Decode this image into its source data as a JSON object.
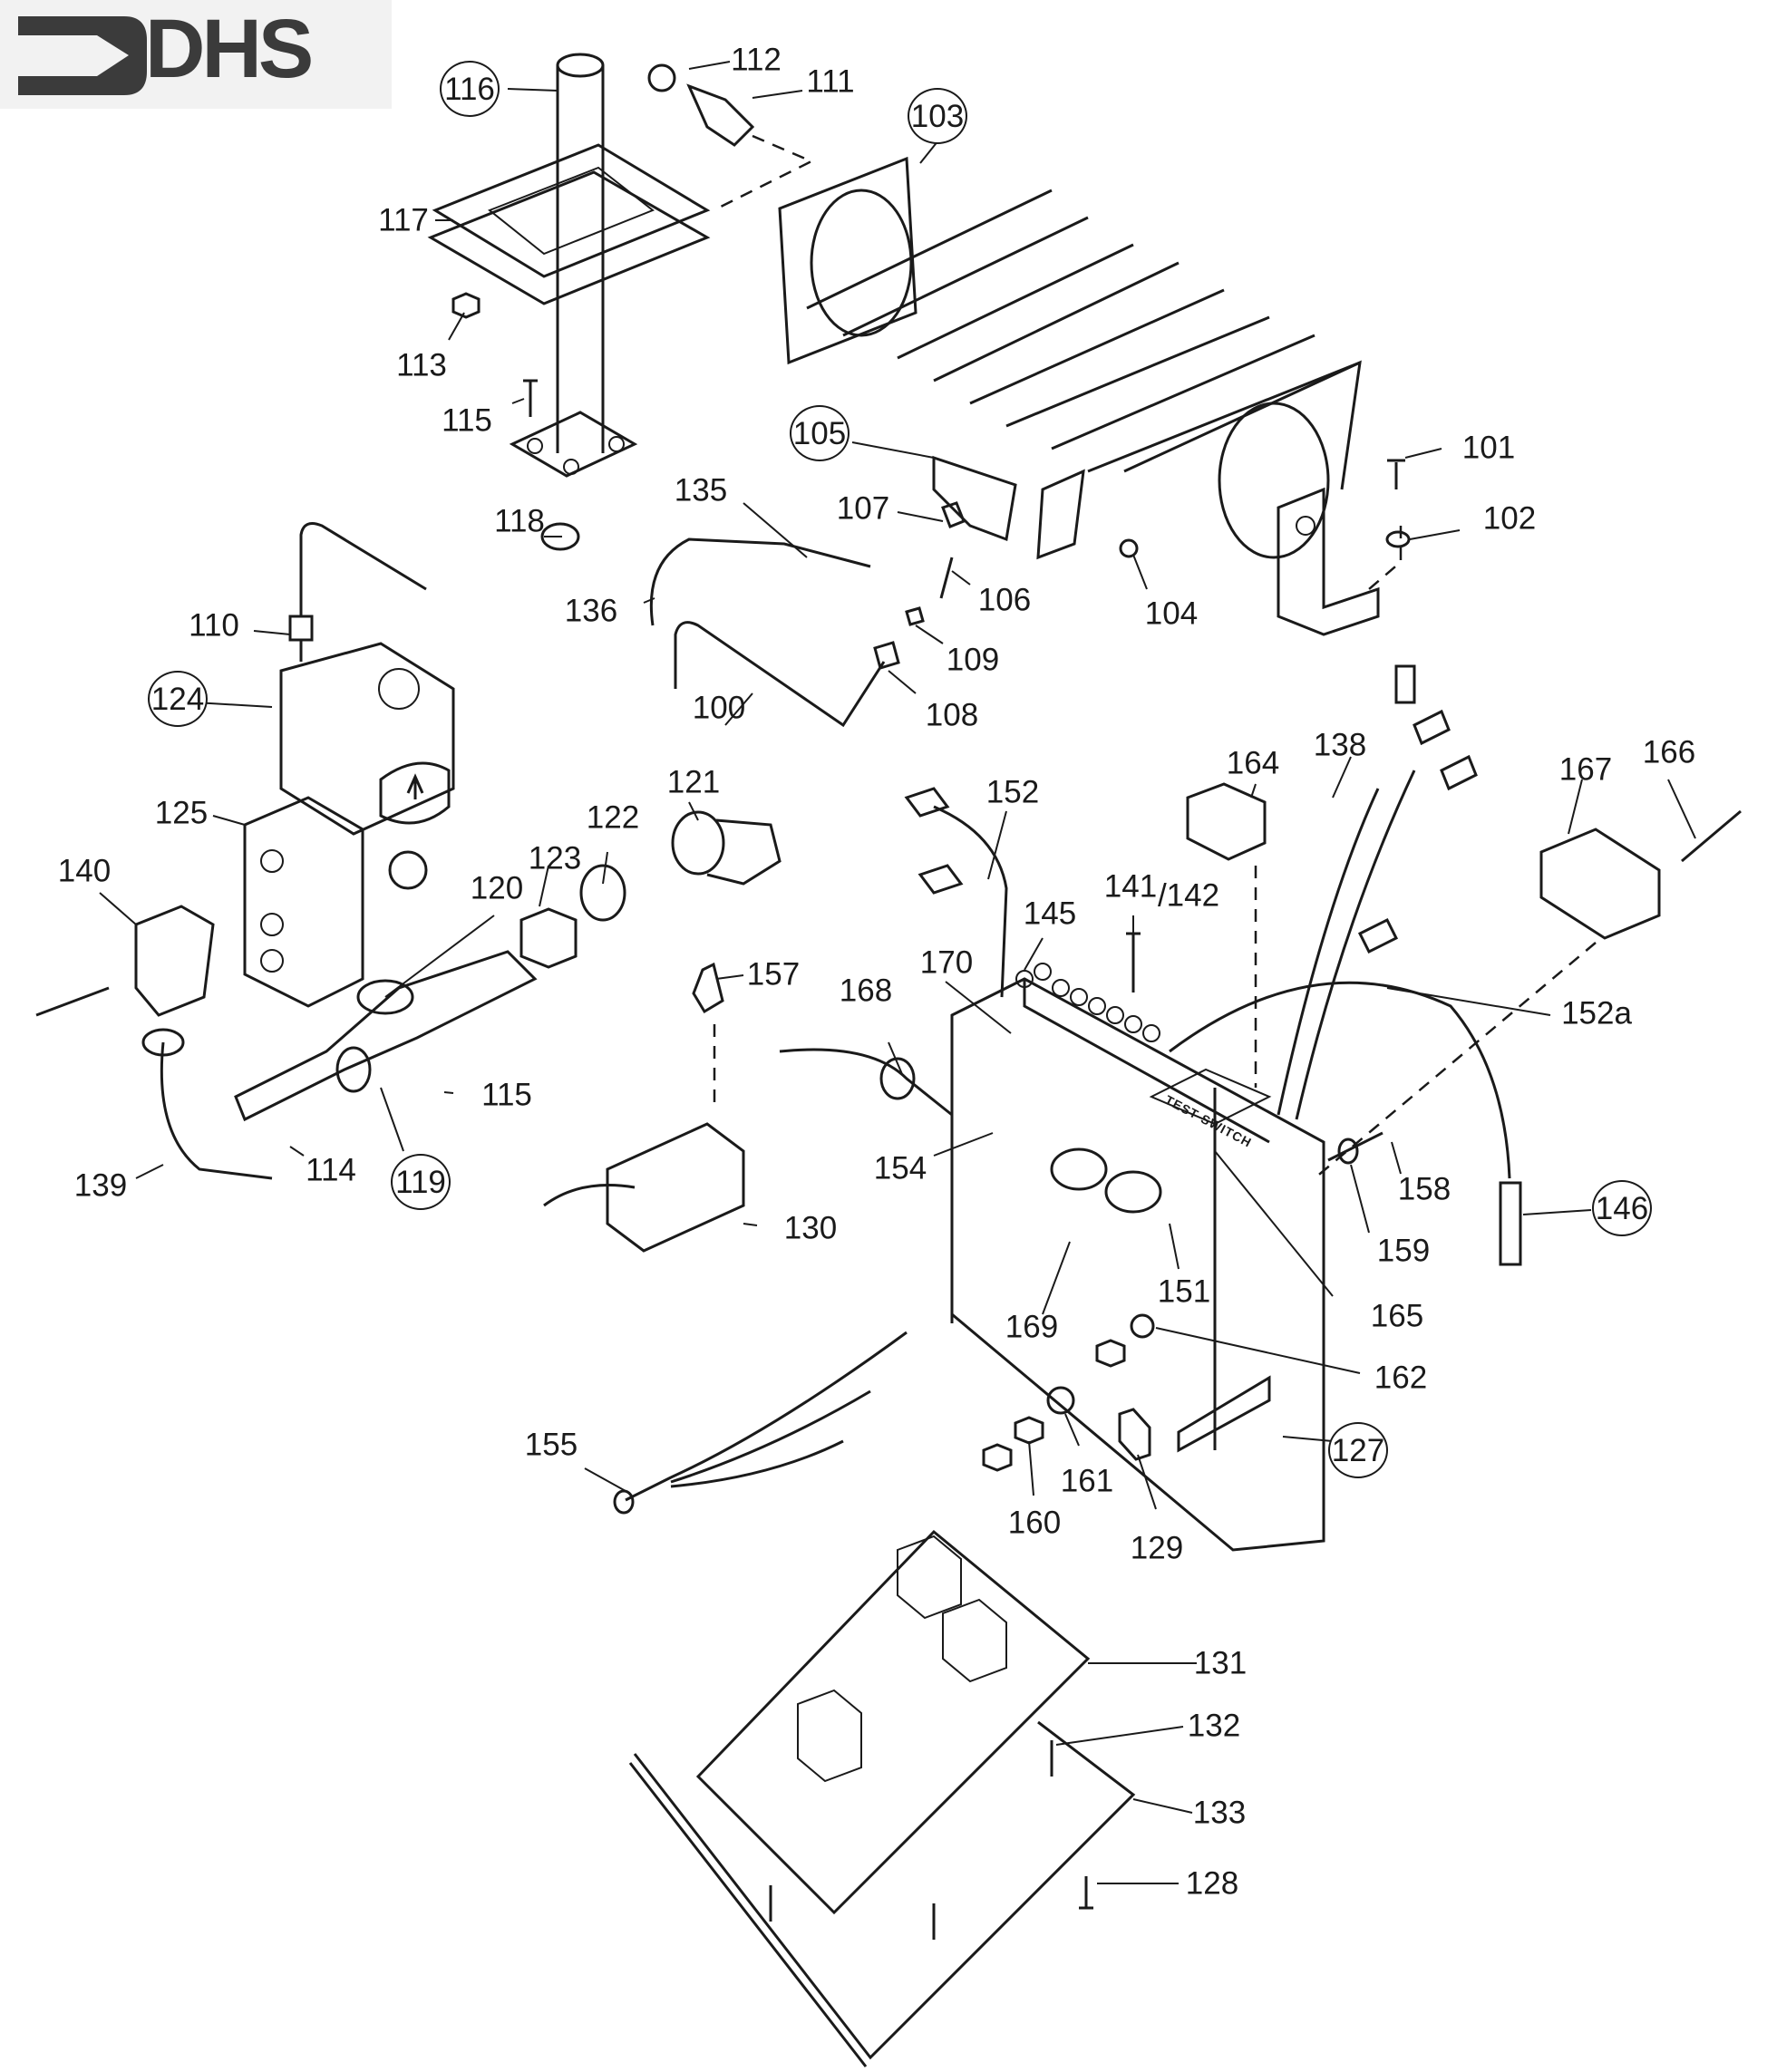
{
  "document": {
    "type": "exploded parts diagram",
    "brand": "DHS",
    "logo_icon": "arrow-bracket-logo-icon"
  },
  "labels": {
    "p100": "100",
    "p101": "101",
    "p102": "102",
    "p103": "103",
    "p104": "104",
    "p105": "105",
    "p106": "106",
    "p107": "107",
    "p108": "108",
    "p109": "109",
    "p110": "110",
    "p111": "111",
    "p112": "112",
    "p113": "113",
    "p114": "114",
    "p115a": "115",
    "p115b": "115",
    "p116": "116",
    "p117": "117",
    "p118": "118",
    "p119": "119",
    "p120": "120",
    "p121": "121",
    "p122": "122",
    "p123": "123",
    "p124": "124",
    "p125": "125",
    "p127": "127",
    "p128": "128",
    "p129": "129",
    "p130": "130",
    "p131": "131",
    "p132": "132",
    "p133": "133",
    "p135": "135",
    "p136": "136",
    "p138": "138",
    "p139": "139",
    "p140": "140",
    "p141": "141",
    "p142": "/142",
    "p145": "145",
    "p146": "146",
    "p151": "151",
    "p152": "152",
    "p152a": "152a",
    "p154": "154",
    "p155": "155",
    "p157": "157",
    "p158": "158",
    "p159": "159",
    "p160": "160",
    "p161": "161",
    "p162": "162",
    "p164": "164",
    "p165": "165",
    "p166": "166",
    "p167": "167",
    "p168": "168",
    "p169": "169",
    "p170": "170"
  },
  "panel_text": {
    "test_switch": "TEST SWITCH"
  },
  "circled_parts": [
    "103",
    "105",
    "116",
    "119",
    "124",
    "127",
    "146"
  ]
}
